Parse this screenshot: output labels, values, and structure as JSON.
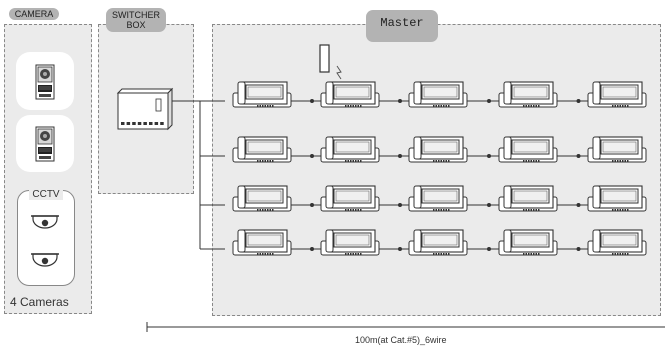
{
  "camera_panel": {
    "title": "CAMERA",
    "cctv_label": "CCTV",
    "count_label": "4 Cameras"
  },
  "switcher_panel": {
    "title": "SWITCHER\nBOX"
  },
  "master_panel": {
    "title": "Master"
  },
  "distance_label": "100m(at Cat.#5)_6wire",
  "grid": {
    "rows": 4,
    "cols": 5
  },
  "icons": [
    "door-camera-icon",
    "cctv-dome-icon",
    "switcher-box-icon",
    "video-monitor-icon",
    "handset-icon"
  ]
}
